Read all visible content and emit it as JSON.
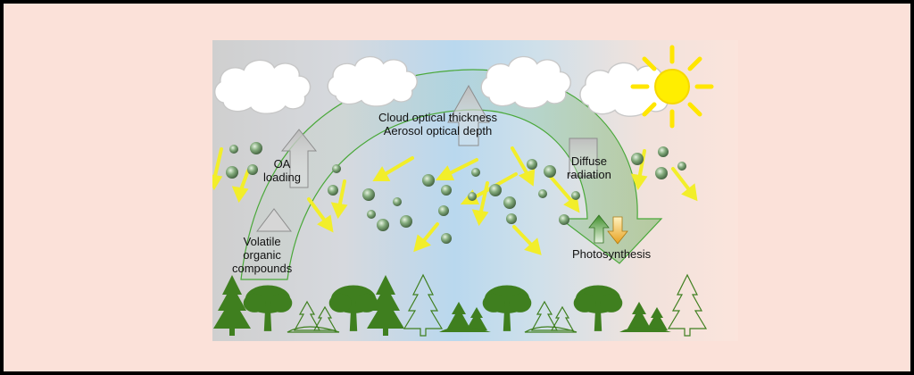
{
  "labels": {
    "cloud_optical_thickness": "Cloud optical thickness",
    "aerosol_optical_depth": "Aerosol optical depth",
    "oa_loading": [
      "OA",
      "loading"
    ],
    "diffuse_radiation": [
      "Diffuse",
      "radiation"
    ],
    "volatile_organic_compounds": [
      "Volatile",
      "organic",
      "compounds"
    ],
    "photosynthesis": "Photosynthesis"
  },
  "colors": {
    "page_background": "#fbe1d9",
    "frame_border": "#000000",
    "sky_blue_center": "#b9d8ee",
    "sky_grey_left": "#d2d2d2",
    "sky_peach_right": "#fbe4dc",
    "arrow_green": "#3e9b2e",
    "tree_green": "#3f7f1f",
    "light_ray_yellow": "#f2ee2a",
    "sun_yellow": "#ffee00",
    "aerosol_green": "#6f9a6a"
  },
  "icons": [
    "cloud-icon",
    "sun-icon",
    "aerosol-particle-icon",
    "light-ray-icon",
    "tree-icon",
    "up-arrow-icon",
    "down-arrow-icon"
  ]
}
